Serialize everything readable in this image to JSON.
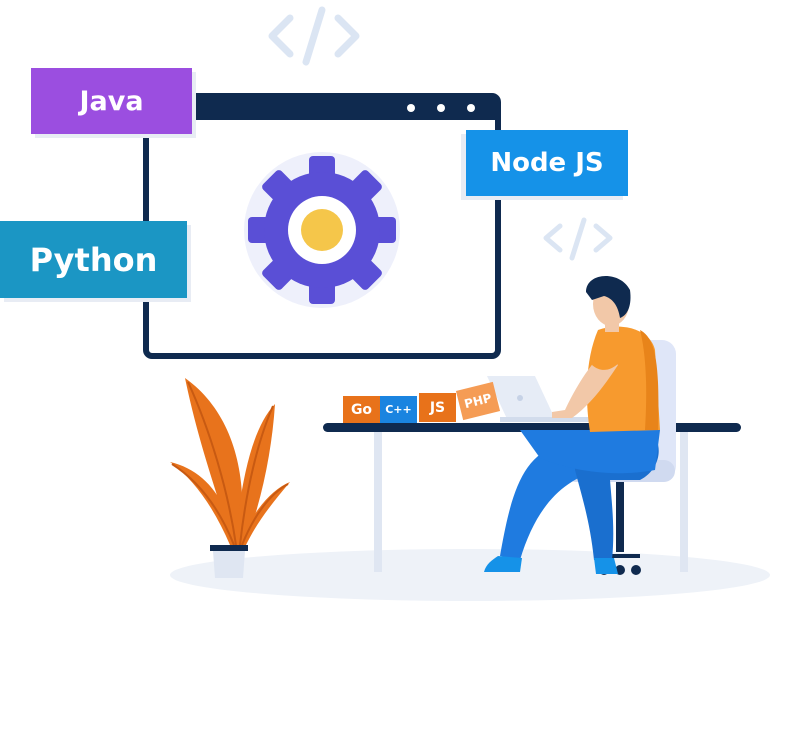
{
  "tags": {
    "java": "Java",
    "node": "Node JS",
    "python": "Python"
  },
  "cubes": {
    "go": "Go",
    "cpp": "C++",
    "js": "JS",
    "php": "PHP"
  },
  "code_symbol": "</>",
  "colors": {
    "navy": "#0f2a4f",
    "gear": "#5a4fd6",
    "gear_core": "#f5c64a",
    "java": "#9b4ee0",
    "node": "#1592e8",
    "python": "#1b96c4",
    "shirt": "#f79a2e",
    "pants": "#1f7be0",
    "plant": "#e8731c"
  }
}
